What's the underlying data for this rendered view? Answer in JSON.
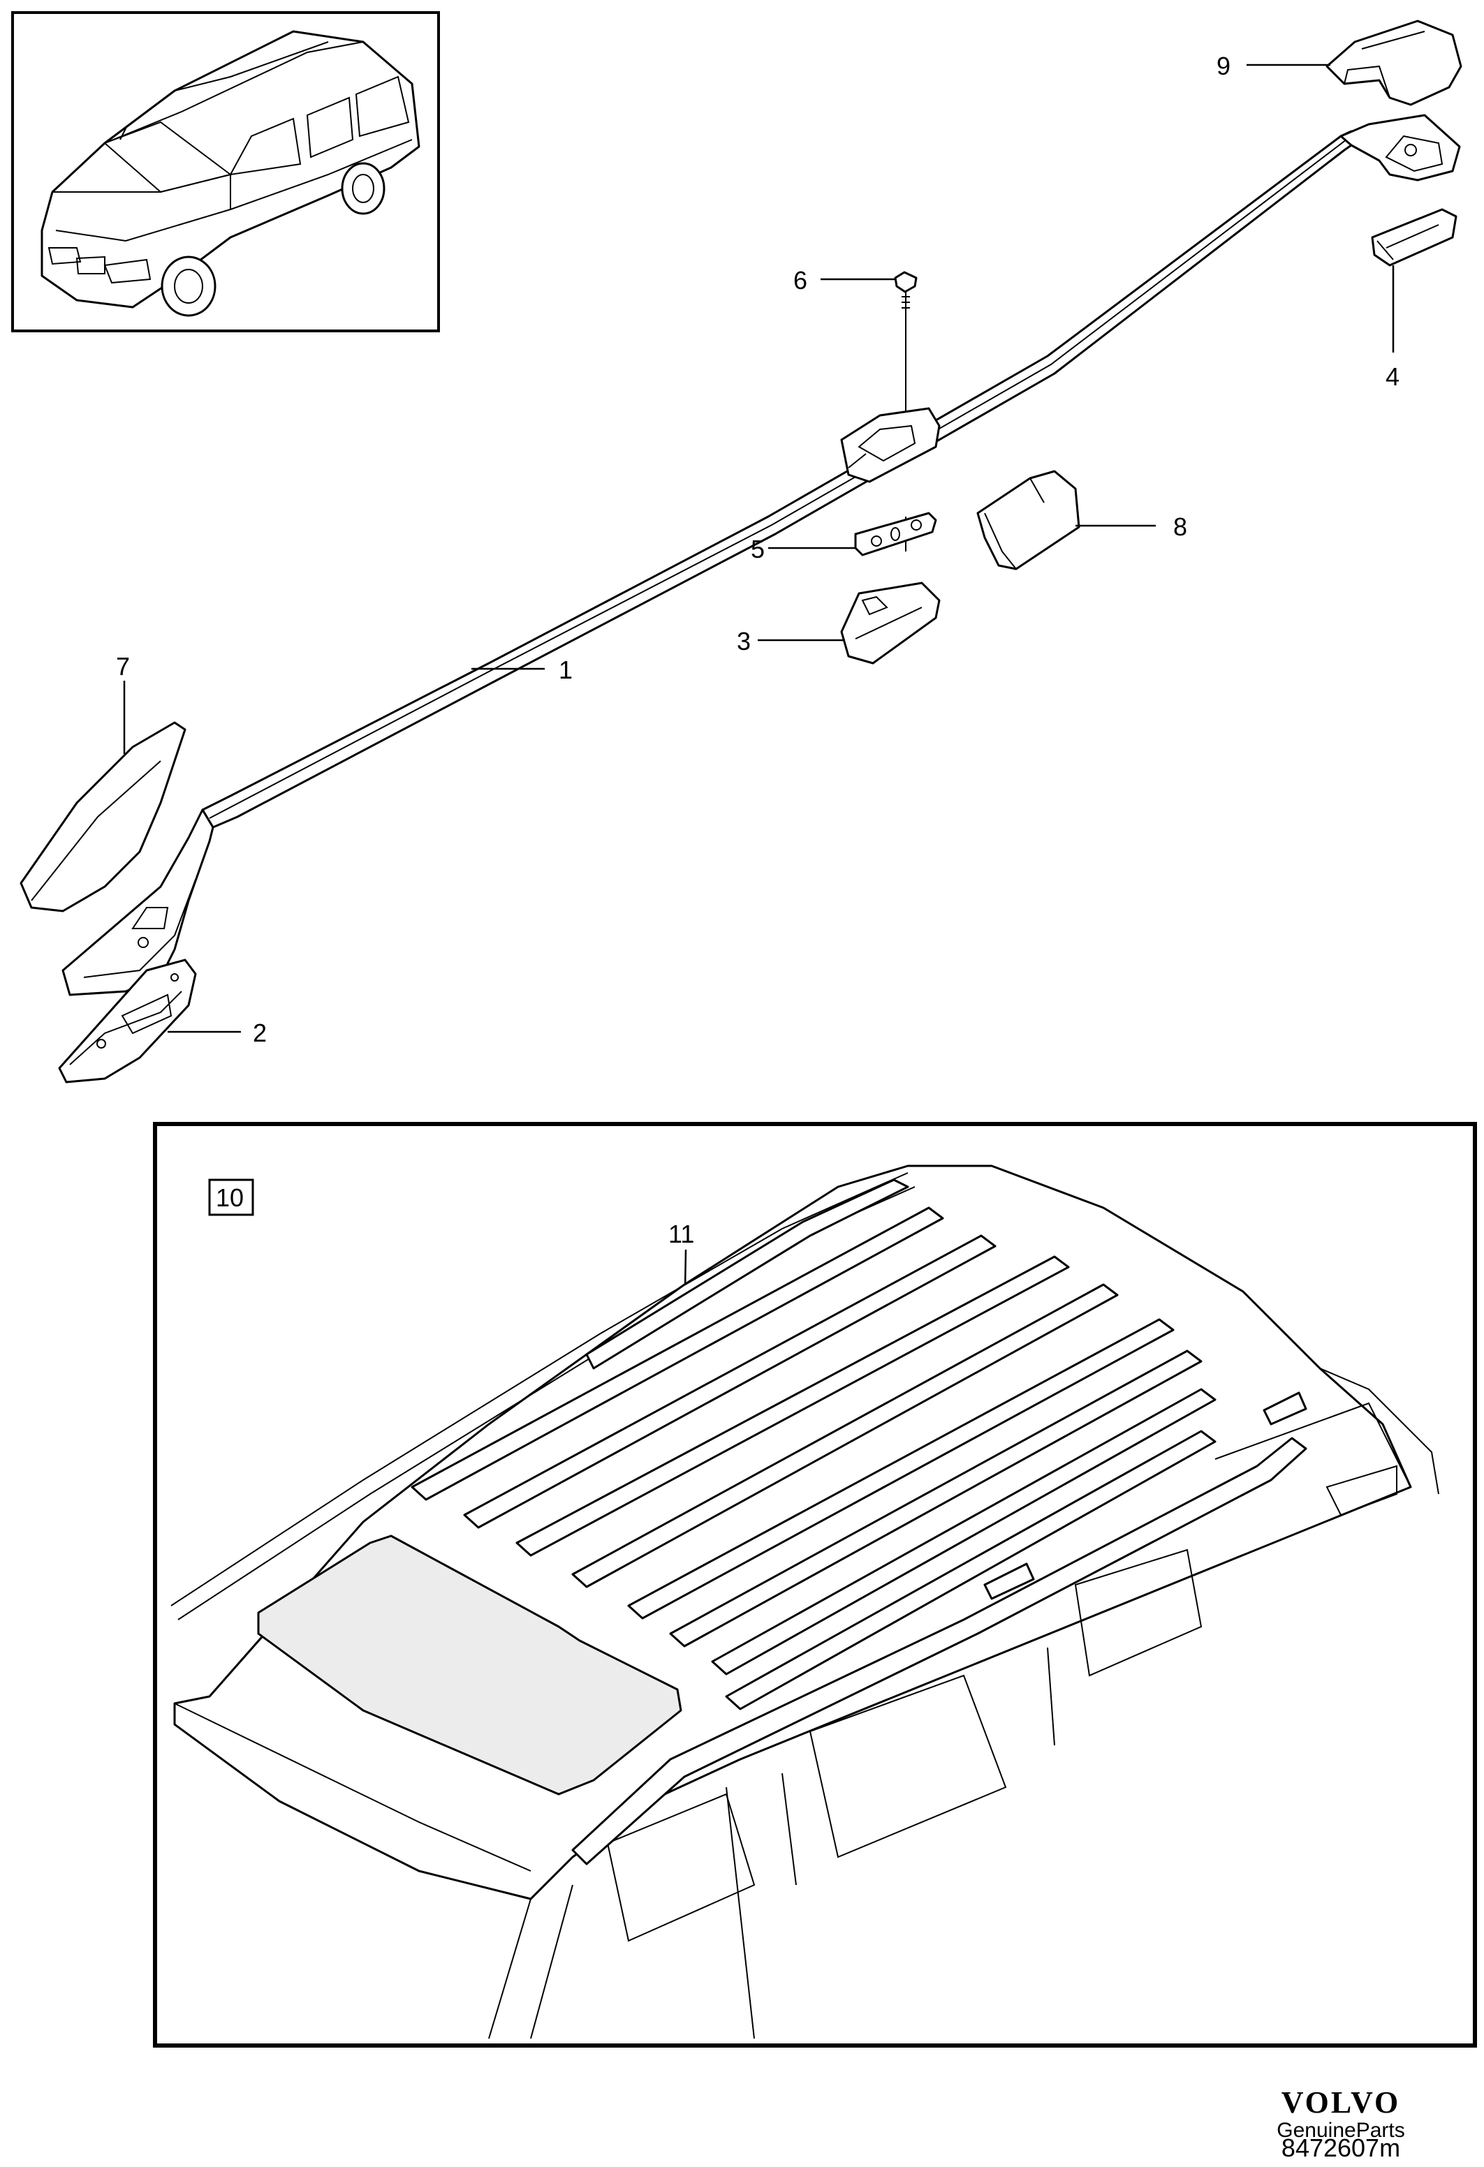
{
  "callouts": {
    "c1": "1",
    "c2": "2",
    "c3": "3",
    "c4": "4",
    "c5": "5",
    "c6": "6",
    "c7": "7",
    "c8": "8",
    "c9": "9",
    "c10": "10",
    "c11": "11"
  },
  "brand": {
    "logo": "VOLVO",
    "subtitle": "GenuineParts"
  },
  "document_number": "8472607m"
}
